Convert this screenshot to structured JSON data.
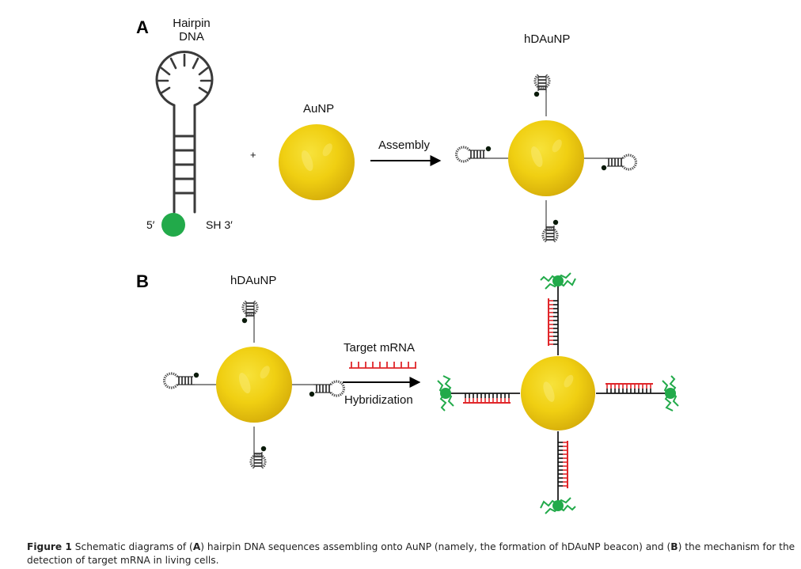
{
  "panels": {
    "A": {
      "label": "A",
      "hairpin_title_line1": "Hairpin",
      "hairpin_title_line2": "DNA",
      "five_prime": "5′",
      "three_prime": "SH 3′",
      "plus": "+",
      "aunp_label": "AuNP",
      "arrow_label": "Assembly",
      "product_label": "hDAuNP"
    },
    "B": {
      "label": "B",
      "reactant_label": "hDAuNP",
      "arrow_label_top": "Target mRNA",
      "arrow_label_bottom": "Hybridization"
    }
  },
  "colors": {
    "gold": "#f2d21a",
    "gold_dark": "#d9b40e",
    "fluorophore": "#22aa4a",
    "quencher": "#0a1a0a",
    "mrna": "#e0262a",
    "dna": "#3a3a3a"
  },
  "caption": {
    "figure_label": "Figure 1",
    "pre_A": " Schematic diagrams of (",
    "A": "A",
    "mid": ") hairpin DNA sequences assembling onto AuNP (namely, the formation of hDAuNP beacon) and (",
    "B": "B",
    "post": ") the mechanism for the detection of target mRNA in living cells."
  }
}
